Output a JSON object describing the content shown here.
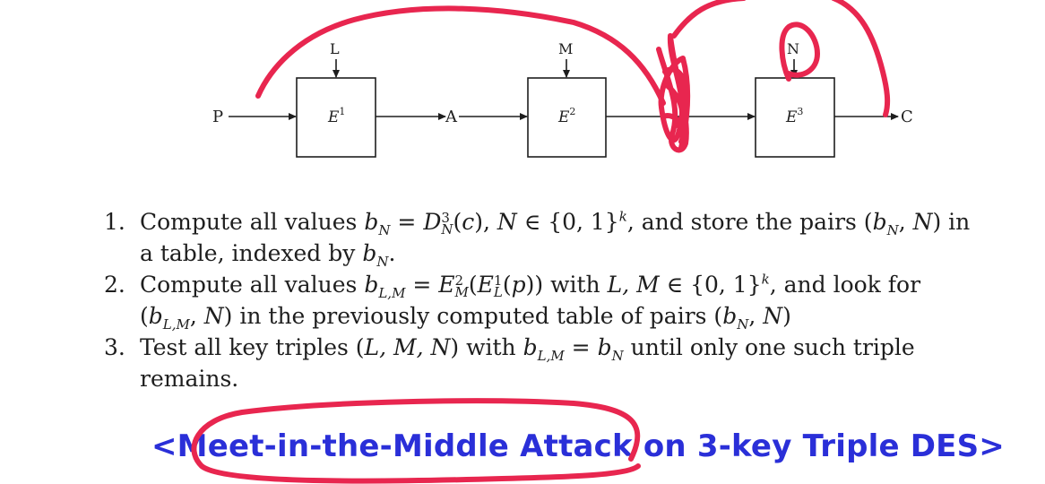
{
  "diagram": {
    "input_label": "P",
    "output_label": "C",
    "intermediate_label": "A",
    "blocks": [
      {
        "base": "E",
        "sup": "1",
        "key": "L"
      },
      {
        "base": "E",
        "sup": "2",
        "key": "M"
      },
      {
        "base": "E",
        "sup": "3",
        "key": "N"
      }
    ]
  },
  "steps": [
    {
      "number": "1.",
      "line1": {
        "t1": "Compute all values ",
        "m1": "b",
        "s1": "N",
        "t2": " = ",
        "m2": "D",
        "sup2": "3",
        "sub2": "N",
        "t3": "(",
        "m3": "c",
        "t4": "), ",
        "m4": "N",
        "t5": " ∈ {0, 1}",
        "sup5": "k",
        "t6": ", and store the pairs (",
        "m6": "b",
        "s6": "N",
        "t7": ", ",
        "m7": "N",
        "t8": ") in"
      },
      "line2": {
        "t1": "a table, indexed by ",
        "m1": "b",
        "s1": "N",
        "t2": "."
      }
    },
    {
      "number": "2.",
      "line1": {
        "t1": "Compute all values ",
        "m1": "b",
        "s1": "L,M",
        "t2": " = ",
        "m2": "E",
        "sup2": "2",
        "sub2": "M",
        "t3": "(",
        "m3": "E",
        "sup3": "1",
        "sub3": "L",
        "t4": "(",
        "m4": "p",
        "t5": ")) with ",
        "m5": "L, M",
        "t6": " ∈ {0, 1}",
        "sup6": "k",
        "t7": ", and look for"
      },
      "line2": {
        "t1": "(",
        "m1": "b",
        "s1": "L,M",
        "t2": ", ",
        "m2": "N",
        "t3": ") in the previously computed table of pairs (",
        "m3": "b",
        "s3": "N",
        "t4": ", ",
        "m4": "N",
        "t5": ")"
      }
    },
    {
      "number": "3.",
      "line1": {
        "t1": "Test all key triples (",
        "m1": "L, M, N",
        "t2": ") with ",
        "m2": "b",
        "s2": "L,M",
        "t3": " = ",
        "m3": "b",
        "s3": "N",
        "t4": " until only one such triple"
      },
      "line2": {
        "t1": "remains."
      }
    }
  ],
  "caption": "<Meet-in-the-Middle Attack on 3-key Triple DES>",
  "colors": {
    "text": "#1e1e1e",
    "caption": "#2a2fd8",
    "annotation": "#e8264f"
  }
}
